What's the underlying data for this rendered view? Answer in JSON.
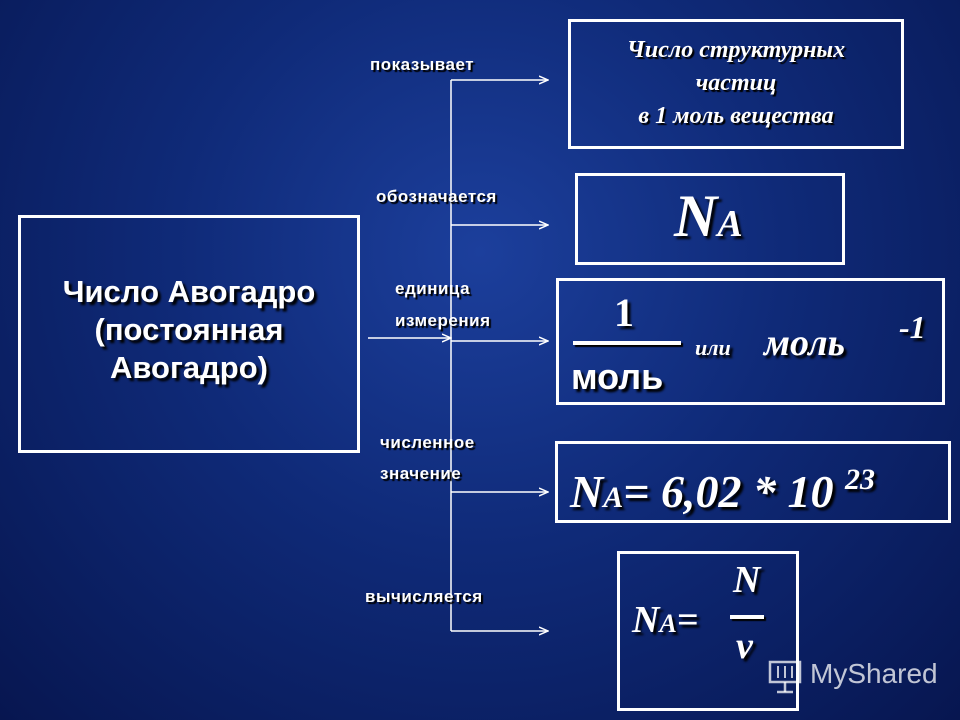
{
  "main": {
    "line1": "Число Авогадро",
    "line2": "(постоянная",
    "line3": "Авогадро)"
  },
  "labels": {
    "shows": "показывает",
    "denoted": "обозначается",
    "unit_line1": "единица",
    "unit_line2": "измерения",
    "numeric_line1": "численное",
    "numeric_line2": "значение",
    "computed": "вычисляется"
  },
  "boxes": {
    "particles": {
      "line1": "Число структурных",
      "line2": "частиц",
      "line3": "в 1 моль вещества"
    },
    "symbol": {
      "letter": "N",
      "subscript": "A"
    },
    "unit": {
      "numerator": "1",
      "denominator": "моль",
      "or": "или",
      "mol": "моль",
      "exponent": "-1"
    },
    "value": {
      "letter": "N",
      "subscript": "A",
      "equation": "= 6,02 * 10",
      "exponent": "23"
    },
    "formula": {
      "letter": "N",
      "subscript": "A",
      "equals": "=",
      "numerator": "N",
      "denominator": "ν"
    }
  },
  "watermark": {
    "text": "MyShared",
    "icon": "presentation-screen-icon"
  },
  "colors": {
    "background": "#0f2a78",
    "text": "#ffffff",
    "watermark": "#c8d0e0"
  }
}
